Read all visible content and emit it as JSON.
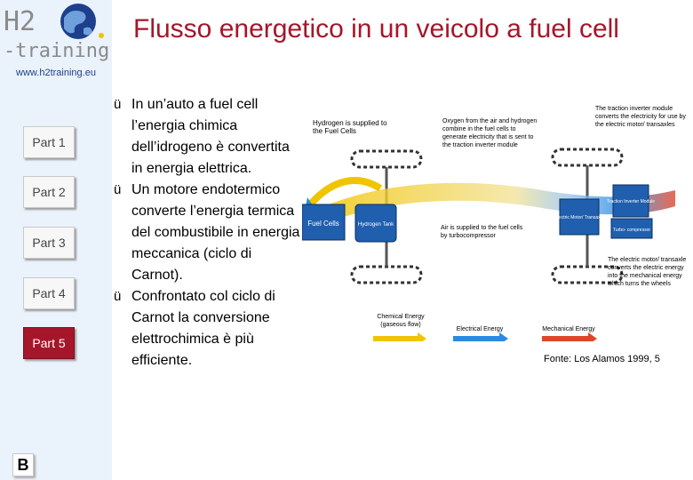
{
  "logo": {
    "line1": "H2",
    "line2": "-training",
    "url": "www.h2training.eu"
  },
  "nav": {
    "parts": [
      "Part 1",
      "Part 2",
      "Part 3",
      "Part 4",
      "Part 5"
    ],
    "active": "Part 5",
    "bottom_button": "B"
  },
  "title": "Flusso energetico in un veicolo a fuel cell",
  "bullets": [
    {
      "mark": "ü",
      "text": "In un’auto a fuel cell l’energia chimica dell’idrogeno è convertita in energia elettrica."
    },
    {
      "mark": "ü",
      "text": "Un motore endotermico converte l’energia termica del combustibile in energia meccanica (ciclo di Carnot)."
    },
    {
      "mark": "ü",
      "text": "Confrontato col ciclo di Carnot la conversione elettrochimica è più efficiente."
    }
  ],
  "diagram": {
    "components": {
      "fuel_cells": "Fuel Cells",
      "hydrogen_tank": "Hydrogen Tank",
      "traction_inverter": "Traction Inverter Module",
      "electric_motor": "Electric Motor/ Transaxle",
      "turbo_compressor": "Turbo- compressor"
    },
    "notes": {
      "hydrogen_supply": "Hydrogen is supplied to the Fuel Cells",
      "oxygen": "Oxygen from the air and hydrogen combine in the fuel cells to generate electricity that is sent to the traction inverter module",
      "inverter": "The traction inverter module converts the electricity for use by the electric motor/ transaxles",
      "air": "Air is supplied to the fuel cells by turbocompressor",
      "motor": "The electric motor/ transaxle converts the electric energy into the mechanical energy which turns the wheels"
    },
    "legend": {
      "chemical": "Chemical Energy (gaseous flow)",
      "electrical": "Electrical Energy",
      "mechanical": "Mechanical Energy"
    },
    "colors": {
      "chemical": "#f0c400",
      "electrical": "#2b8be0",
      "mechanical": "#e0452a",
      "component": "#1f5fae"
    }
  },
  "source": "Fonte: Los Alamos 1999, 5"
}
